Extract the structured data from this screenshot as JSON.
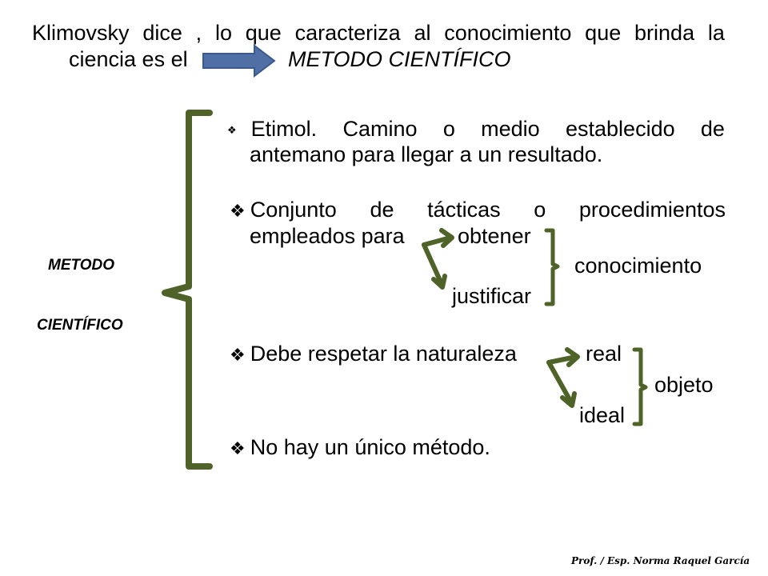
{
  "header": {
    "line1": [
      "Klimovsky",
      "dice",
      ",",
      "lo",
      "que",
      "caracteriza",
      "al",
      "conocimiento",
      "que",
      "brinda",
      "la"
    ],
    "line2_start": "ciencia es el",
    "line2_end": "METODO CIENTÍFICO"
  },
  "side_label": {
    "line1": "METODO",
    "line2": "CIENTÍFICO"
  },
  "bullets": {
    "b1_line1": [
      "Etimol.",
      "Camino",
      "o",
      "medio",
      "establecido",
      "de"
    ],
    "b1_line2": "antemano para llegar a un resultado.",
    "b2_line1": [
      "Conjunto",
      "de",
      "tácticas",
      "o",
      "procedimientos"
    ],
    "b2_line2": "empleados para",
    "b2_obtener": "obtener",
    "b2_conocimiento": "conocimiento",
    "b2_justificar": "justificar",
    "b3_line1": "Debe respetar la naturaleza",
    "b3_real": "real",
    "b3_objeto": "objeto",
    "b3_ideal": "ideal",
    "b4_line1": "No hay un único método."
  },
  "footer": "Prof. / Esp. Norma Raquel García",
  "colors": {
    "bracket": "#4f6228",
    "arrow_fill": "#4f6fa5",
    "arrow_stroke": "#3a5a8c"
  }
}
